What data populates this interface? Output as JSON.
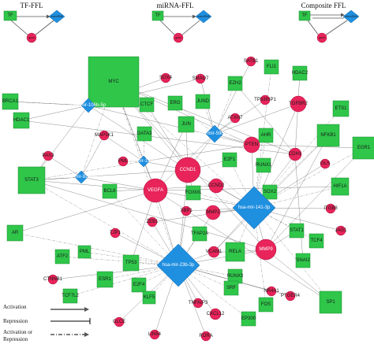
{
  "motif_titles": [
    "TF-FFL",
    "miRNA-FFL",
    "Composite FFL"
  ],
  "motifs": [
    {
      "tf_label": "TF",
      "mir_label": "microRNA",
      "gene_label": "gene"
    },
    {
      "tf_label": "TF",
      "mir_label": "microRNA",
      "gene_label": "gene"
    },
    {
      "tf_label": "TF",
      "mir_label": "microRNA",
      "gene_label": "gene"
    }
  ],
  "legend": {
    "activation": "Activation",
    "repression": "Repression",
    "activation_or_repression_line1": "Activation or",
    "activation_or_repression_line2": "Repression"
  },
  "colors": {
    "tf": "#2fc64a",
    "mirna": "#1f8fe0",
    "gene": "#e8245a",
    "edge": "#555555"
  },
  "node_types": {
    "tf": "square",
    "mirna": "diamond",
    "gene": "circle"
  },
  "nodes": [
    {
      "id": "MYC",
      "type": "tf"
    },
    {
      "id": "SATB1",
      "type": "gene"
    },
    {
      "id": "FLI1",
      "type": "tf"
    },
    {
      "id": "SOX4",
      "type": "gene"
    },
    {
      "id": "SMAD7",
      "type": "gene"
    },
    {
      "id": "EZH2",
      "type": "tf"
    },
    {
      "id": "HDAC2",
      "type": "tf"
    },
    {
      "id": "BRCA1",
      "type": "tf"
    },
    {
      "id": "hsa-mir-106b-5p",
      "type": "mirna"
    },
    {
      "id": "CTCF",
      "type": "tf"
    },
    {
      "id": "ERG",
      "type": "tf"
    },
    {
      "id": "JUND",
      "type": "tf"
    },
    {
      "id": "TP53INP1",
      "type": "gene"
    },
    {
      "id": "TGFBR2",
      "type": "gene"
    },
    {
      "id": "ETS1",
      "type": "tf"
    },
    {
      "id": "HDAC1",
      "type": "tf"
    },
    {
      "id": "ATXN7",
      "type": "gene"
    },
    {
      "id": "JUN",
      "type": "tf"
    },
    {
      "id": "GATA3",
      "type": "tf"
    },
    {
      "id": "hsa-mir-590-5p",
      "type": "mirna"
    },
    {
      "id": "AHR",
      "type": "tf"
    },
    {
      "id": "NFKB1",
      "type": "tf"
    },
    {
      "id": "EGR1",
      "type": "tf"
    },
    {
      "id": "MAP3K1",
      "type": "gene"
    },
    {
      "id": "PTEN",
      "type": "gene"
    },
    {
      "id": "CDH1",
      "type": "gene"
    },
    {
      "id": "PAX3",
      "type": "gene"
    },
    {
      "id": "PML",
      "type": "gene"
    },
    {
      "id": "hsa-mir-19a-3p",
      "type": "mirna"
    },
    {
      "id": "CCND1",
      "type": "gene"
    },
    {
      "id": "E2F1",
      "type": "tf"
    },
    {
      "id": "RUNX1",
      "type": "tf"
    },
    {
      "id": "GLS",
      "type": "gene"
    },
    {
      "id": "hsa-mir-92a-3p",
      "type": "mirna"
    },
    {
      "id": "STAT3",
      "type": "tf"
    },
    {
      "id": "BCL6",
      "type": "tf"
    },
    {
      "id": "VEGFA",
      "type": "gene"
    },
    {
      "id": "FOXM1",
      "type": "tf"
    },
    {
      "id": "CCND2",
      "type": "gene"
    },
    {
      "id": "SOX2",
      "type": "tf"
    },
    {
      "id": "HIF1A",
      "type": "tf"
    },
    {
      "id": "hsa-mir-141-3p",
      "type": "mirna"
    },
    {
      "id": "ITGB8",
      "type": "gene"
    },
    {
      "id": "MMP2",
      "type": "gene"
    },
    {
      "id": "XBP1",
      "type": "gene"
    },
    {
      "id": "ZEB1",
      "type": "gene"
    },
    {
      "id": "AR",
      "type": "tf"
    },
    {
      "id": "TJP1",
      "type": "gene"
    },
    {
      "id": "TFAP2A",
      "type": "tf"
    },
    {
      "id": "STAT1",
      "type": "tf"
    },
    {
      "id": "TCF4",
      "type": "tf"
    },
    {
      "id": "JAG1",
      "type": "gene"
    },
    {
      "id": "ATF2",
      "type": "tf"
    },
    {
      "id": "PML2",
      "label": "PML",
      "type": "tf"
    },
    {
      "id": "VCAM1",
      "type": "gene"
    },
    {
      "id": "RELA",
      "type": "tf"
    },
    {
      "id": "MMP9",
      "type": "gene"
    },
    {
      "id": "SNAI2",
      "type": "tf"
    },
    {
      "id": "hsa-mir-23b-3p",
      "type": "mirna"
    },
    {
      "id": "TP53",
      "type": "tf"
    },
    {
      "id": "ESR1",
      "type": "tf"
    },
    {
      "id": "CTNNB1",
      "type": "gene"
    },
    {
      "id": "E2F4",
      "type": "tf"
    },
    {
      "id": "RUNX3",
      "type": "tf"
    },
    {
      "id": "TCF7L2",
      "type": "tf"
    },
    {
      "id": "KLF5",
      "type": "tf"
    },
    {
      "id": "TNFAIP3",
      "type": "gene"
    },
    {
      "id": "SRF",
      "type": "tf"
    },
    {
      "id": "NR4A1",
      "type": "gene"
    },
    {
      "id": "PTGER4",
      "type": "gene"
    },
    {
      "id": "FOS",
      "type": "tf"
    },
    {
      "id": "SP1",
      "type": "tf"
    },
    {
      "id": "CXCL12",
      "type": "gene"
    },
    {
      "id": "EP300",
      "type": "tf"
    },
    {
      "id": "GLCE",
      "type": "gene"
    },
    {
      "id": "LIN54",
      "type": "gene"
    },
    {
      "id": "RORA",
      "type": "gene"
    }
  ],
  "edges": [
    [
      "MYC",
      "hsa-mir-106b-5p"
    ],
    [
      "MYC",
      "CCND1"
    ],
    [
      "MYC",
      "VEGFA"
    ],
    [
      "MYC",
      "hsa-mir-19a-3p"
    ],
    [
      "MYC",
      "hsa-mir-92a-3p"
    ],
    [
      "MYC",
      "CDH1"
    ],
    [
      "MYC",
      "hsa-mir-141-3p"
    ],
    [
      "MYC",
      "hsa-mir-23b-3p"
    ],
    [
      "MYC",
      "PTEN"
    ],
    [
      "MYC",
      "MMP9"
    ],
    [
      "hsa-mir-106b-5p",
      "SOX4"
    ],
    [
      "hsa-mir-106b-5p",
      "CCND1"
    ],
    [
      "hsa-mir-106b-5p",
      "STAT3"
    ],
    [
      "hsa-mir-106b-5p",
      "BRCA1"
    ],
    [
      "hsa-mir-106b-5p",
      "HDAC1"
    ],
    [
      "hsa-mir-106b-5p",
      "PTEN"
    ],
    [
      "hsa-mir-106b-5p",
      "SMAD7"
    ],
    [
      "hsa-mir-590-5p",
      "SMAD7"
    ],
    [
      "hsa-mir-590-5p",
      "PTEN"
    ],
    [
      "hsa-mir-590-5p",
      "TGFBR2"
    ],
    [
      "hsa-mir-590-5p",
      "CCND1"
    ],
    [
      "hsa-mir-590-5p",
      "ATXN7"
    ],
    [
      "hsa-mir-590-5p",
      "TP53INP1"
    ],
    [
      "hsa-mir-590-5p",
      "SATB1"
    ],
    [
      "hsa-mir-590-5p",
      "VEGFA"
    ],
    [
      "hsa-mir-19a-3p",
      "PML"
    ],
    [
      "hsa-mir-19a-3p",
      "CCND1"
    ],
    [
      "hsa-mir-19a-3p",
      "PTEN"
    ],
    [
      "hsa-mir-19a-3p",
      "MAP3K1"
    ],
    [
      "hsa-mir-19a-3p",
      "VEGFA"
    ],
    [
      "hsa-mir-92a-3p",
      "STAT3"
    ],
    [
      "hsa-mir-92a-3p",
      "PAX3"
    ],
    [
      "hsa-mir-92a-3p",
      "VEGFA"
    ],
    [
      "hsa-mir-92a-3p",
      "MAP3K1"
    ],
    [
      "hsa-mir-141-3p",
      "CCND1"
    ],
    [
      "hsa-mir-141-3p",
      "CCND2"
    ],
    [
      "hsa-mir-141-3p",
      "ZEB1"
    ],
    [
      "hsa-mir-141-3p",
      "MMP2"
    ],
    [
      "hsa-mir-141-3p",
      "PTEN"
    ],
    [
      "hsa-mir-141-3p",
      "CDH1"
    ],
    [
      "hsa-mir-141-3p",
      "MMP9"
    ],
    [
      "hsa-mir-141-3p",
      "VEGFA"
    ],
    [
      "hsa-mir-141-3p",
      "GLS"
    ],
    [
      "hsa-mir-141-3p",
      "ITGB8"
    ],
    [
      "hsa-mir-141-3p",
      "JAG1"
    ],
    [
      "hsa-mir-141-3p",
      "XBP1"
    ],
    [
      "hsa-mir-141-3p",
      "TGFBR2"
    ],
    [
      "hsa-mir-141-3p",
      "VCAM1"
    ],
    [
      "hsa-mir-23b-3p",
      "VEGFA"
    ],
    [
      "hsa-mir-23b-3p",
      "MMP9"
    ],
    [
      "hsa-mir-23b-3p",
      "TJP1"
    ],
    [
      "hsa-mir-23b-3p",
      "CTNNB1"
    ],
    [
      "hsa-mir-23b-3p",
      "GLCE"
    ],
    [
      "hsa-mir-23b-3p",
      "LIN54"
    ],
    [
      "hsa-mir-23b-3p",
      "TNFAIP3"
    ],
    [
      "hsa-mir-23b-3p",
      "CXCL12"
    ],
    [
      "hsa-mir-23b-3p",
      "RORA"
    ],
    [
      "hsa-mir-23b-3p",
      "NR4A1"
    ],
    [
      "hsa-mir-23b-3p",
      "PTGER4"
    ],
    [
      "hsa-mir-23b-3p",
      "VCAM1"
    ],
    [
      "hsa-mir-23b-3p",
      "ZEB1"
    ],
    [
      "hsa-mir-23b-3p",
      "XBP1"
    ],
    [
      "hsa-mir-23b-3p",
      "MMP2"
    ],
    [
      "hsa-mir-23b-3p",
      "CCND1"
    ],
    [
      "STAT3",
      "VEGFA"
    ],
    [
      "STAT3",
      "CCND1"
    ],
    [
      "STAT3",
      "hsa-mir-23b-3p"
    ],
    [
      "STAT3",
      "MMP9"
    ],
    [
      "STAT3",
      "hsa-mir-19a-3p"
    ],
    [
      "STAT3",
      "PAX3"
    ],
    [
      "BRCA1",
      "hsa-mir-106b-5p"
    ],
    [
      "HDAC1",
      "CDH1"
    ],
    [
      "CTCF",
      "hsa-mir-106b-5p"
    ],
    [
      "CTCF",
      "CCND1"
    ],
    [
      "ERG",
      "hsa-mir-590-5p"
    ],
    [
      "JUND",
      "hsa-mir-590-5p"
    ],
    [
      "JUN",
      "VEGFA"
    ],
    [
      "JUN",
      "CCND1"
    ],
    [
      "GATA3",
      "hsa-mir-19a-3p"
    ],
    [
      "AHR",
      "hsa-mir-141-3p"
    ],
    [
      "NFKB1",
      "hsa-mir-141-3p"
    ],
    [
      "NFKB1",
      "VCAM1"
    ],
    [
      "NFKB1",
      "MMP9"
    ],
    [
      "EGR1",
      "PTEN"
    ],
    [
      "EGR1",
      "hsa-mir-141-3p"
    ],
    [
      "EGR1",
      "MMP9"
    ],
    [
      "EZH2",
      "hsa-mir-590-5p"
    ],
    [
      "EZH2",
      "CDH1"
    ],
    [
      "FLI1",
      "hsa-mir-141-3p"
    ],
    [
      "HDAC2",
      "CDH1"
    ],
    [
      "ETS1",
      "hsa-mir-141-3p"
    ],
    [
      "E2F1",
      "CCND1"
    ],
    [
      "E2F1",
      "hsa-mir-141-3p"
    ],
    [
      "RUNX1",
      "hsa-mir-141-3p"
    ],
    [
      "FOXM1",
      "CCND1"
    ],
    [
      "FOXM1",
      "hsa-mir-141-3p"
    ],
    [
      "SOX2",
      "hsa-mir-141-3p"
    ],
    [
      "HIF1A",
      "VEGFA"
    ],
    [
      "HIF1A",
      "hsa-mir-141-3p"
    ],
    [
      "BCL6",
      "hsa-mir-23b-3p"
    ],
    [
      "BCL6",
      "CCND2"
    ],
    [
      "AR",
      "hsa-mir-23b-3p"
    ],
    [
      "AR",
      "VEGFA"
    ],
    [
      "TFAP2A",
      "hsa-mir-23b-3p"
    ],
    [
      "STAT1",
      "hsa-mir-141-3p"
    ],
    [
      "STAT1",
      "MMP9"
    ],
    [
      "TCF4",
      "hsa-mir-141-3p"
    ],
    [
      "ATF2",
      "hsa-mir-23b-3p"
    ],
    [
      "PML2",
      "hsa-mir-23b-3p"
    ],
    [
      "RELA",
      "MMP9"
    ],
    [
      "RELA",
      "hsa-mir-141-3p"
    ],
    [
      "RELA",
      "VCAM1"
    ],
    [
      "SNAI2",
      "CDH1"
    ],
    [
      "TP53",
      "hsa-mir-23b-3p"
    ],
    [
      "TP53",
      "VEGFA"
    ],
    [
      "ESR1",
      "hsa-mir-23b-3p"
    ],
    [
      "E2F4",
      "hsa-mir-23b-3p"
    ],
    [
      "RUNX3",
      "hsa-mir-23b-3p"
    ],
    [
      "TCF7L2",
      "hsa-mir-23b-3p"
    ],
    [
      "KLF5",
      "hsa-mir-23b-3p"
    ],
    [
      "SRF",
      "hsa-mir-23b-3p"
    ],
    [
      "FOS",
      "hsa-mir-141-3p"
    ],
    [
      "SP1",
      "hsa-mir-141-3p"
    ],
    [
      "SP1",
      "MMP9"
    ],
    [
      "SP1",
      "VEGFA"
    ],
    [
      "EP300",
      "hsa-mir-23b-3p"
    ]
  ]
}
